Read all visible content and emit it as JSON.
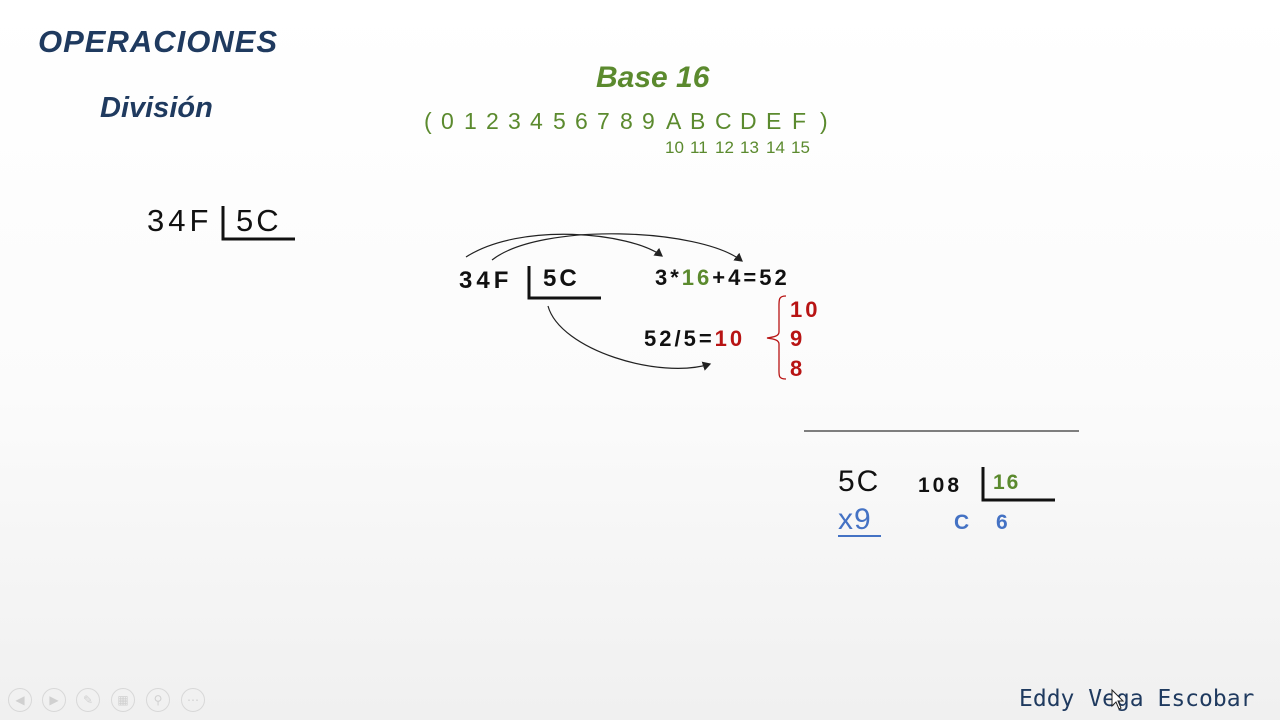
{
  "slide": {
    "title": "OPERACIONES",
    "subtitle": "División",
    "base_title": "Base 16",
    "digits": [
      "(",
      "0",
      "1",
      "2",
      "3",
      "4",
      "5",
      "6",
      "7",
      "8",
      "9",
      "A",
      "B",
      "C",
      "D",
      "E",
      "F",
      ")"
    ],
    "digit_values": [
      "10",
      "11",
      "12",
      "13",
      "14",
      "15"
    ],
    "first_division": {
      "dividend": "34F",
      "divisor": "5C"
    },
    "second_division": {
      "dividend": "34F",
      "divisor": "5C"
    },
    "step_conversion": {
      "prefix": "3*",
      "base": "16",
      "suffix": "+4=52"
    },
    "step_estimate": {
      "prefix": "52/5=",
      "result": "10"
    },
    "candidates": [
      "10",
      "9",
      "8"
    ],
    "multiplication": {
      "top": "5C",
      "bottom": "x9"
    },
    "conversion_division": {
      "dividend": "108",
      "divisor": "16",
      "quotient": "6",
      "remainder": "C"
    },
    "author": "Eddy Vega Escobar"
  },
  "colors": {
    "title": "#1f3a5f",
    "green": "#5b8a2e",
    "red": "#b81414",
    "blue": "#4472c4"
  },
  "controls": [
    "prev-icon",
    "next-icon",
    "pen-icon",
    "slides-icon",
    "zoom-icon",
    "more-icon"
  ]
}
